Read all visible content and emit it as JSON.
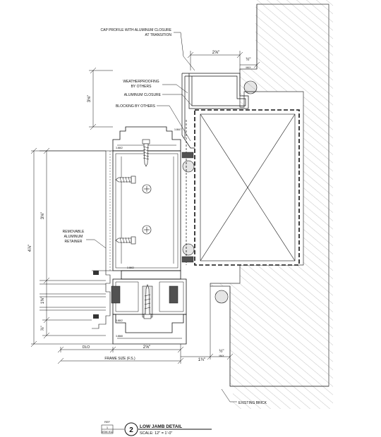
{
  "labels": {
    "cap_profile": [
      "CAP PROFILE WITH ALUMINUM CLOSURE",
      "AT TRANSITION"
    ],
    "weatherproofing": [
      "WEATHERPROOFING",
      "BY OTHERS"
    ],
    "aluminum_closure": "ALUMINUM CLOSURE",
    "blocking": "BLOCKING BY OTHERS",
    "removable_retainer": [
      "REMOVABLE",
      "ALUMINUM",
      "RETAINER"
    ],
    "existing_brick": "EXISTING BRICK"
  },
  "dimensions": {
    "top_width": "2⅝\"",
    "top_max": "½\"",
    "max": "MAX",
    "frame_depth": "4⅞\"",
    "upper_height": "3⅛\"",
    "height_2": "1⅜\"",
    "height_3": "⅞\"",
    "dlo": "DLO",
    "frame_width": "2⅝\"",
    "bottom_max": "½\"",
    "bottom_right": "1¾\"",
    "frame_size": "FRAME SIZE (F.S.)"
  },
  "part_codes": {
    "p1": "3-8647",
    "p2": "3-8602",
    "p3": "3-8602",
    "p4": "3-8602",
    "p5": "3-8668"
  },
  "title_block": {
    "ref_label": "REF",
    "ref_sheet": "1",
    "ref_doc": "ASW-912",
    "detail_number": "2",
    "detail_title": "LOW JAMB DETAIL",
    "detail_scale": "SCALE: 12\" = 1'-0\""
  }
}
